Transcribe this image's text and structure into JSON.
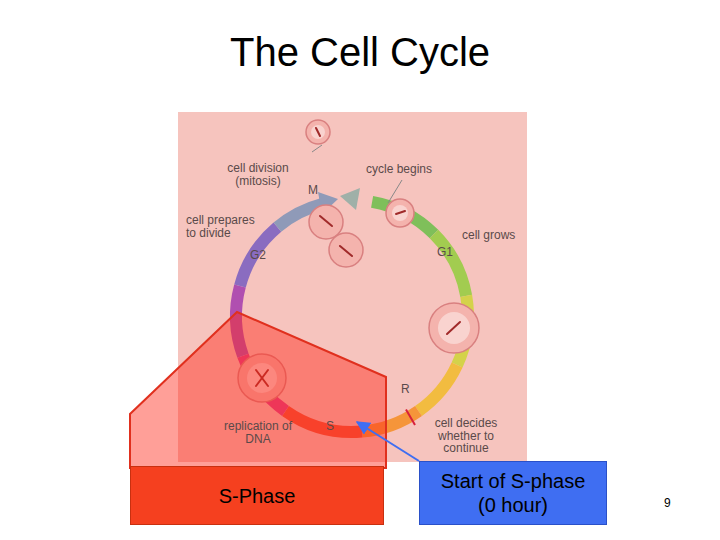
{
  "diagram": {
    "title": "The Cell Cycle",
    "nodes": [
      {
        "text": [
          "S-Phase"
        ]
      },
      {
        "text": [
          "Start of S-phase (0 hour)"
        ]
      }
    ],
    "labels": [
      "cell division (mitosis)",
      "M",
      "cycle begins",
      "cell prepares to divide",
      "G2",
      "G1",
      "cell grows",
      "R",
      "cell decides whether to continue",
      "replication of DNA",
      "S",
      "9"
    ]
  }
}
